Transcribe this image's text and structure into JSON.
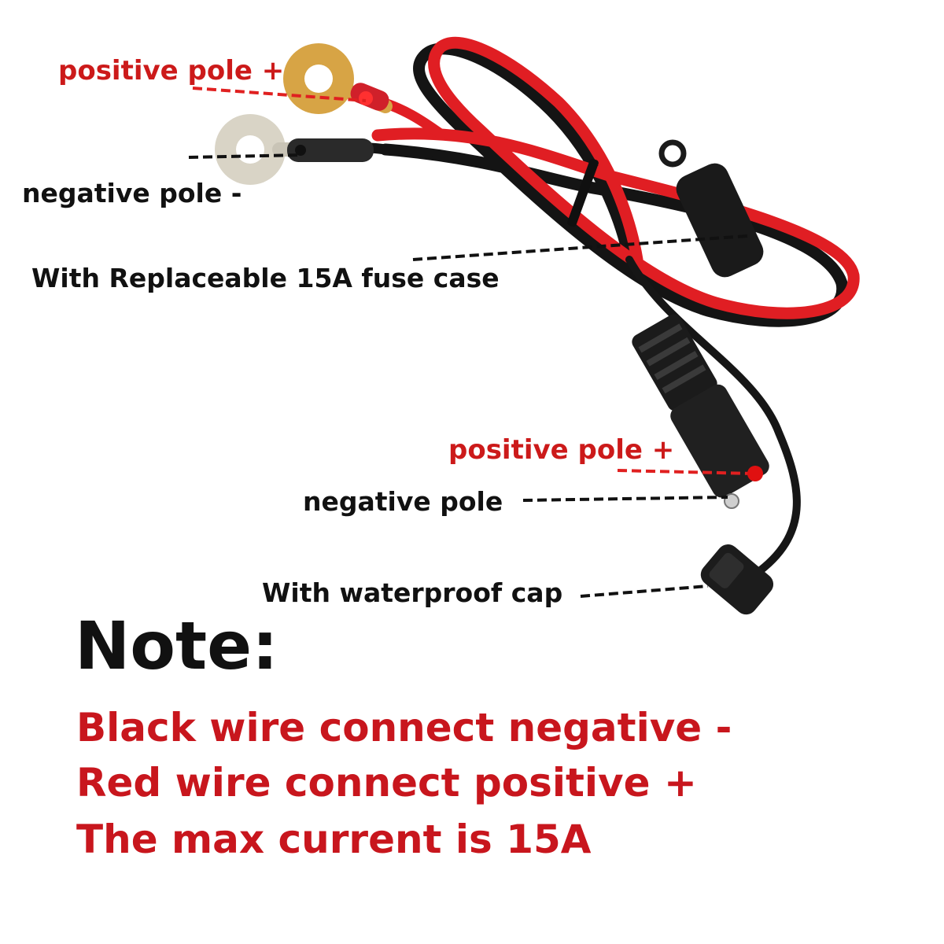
{
  "labels": {
    "positive_top": "positive pole +",
    "negative_top": "negative pole -",
    "fuse_case": "With Replaceable 15A fuse case",
    "positive_sae": "positive pole +",
    "negative_sae": "negative pole",
    "waterproof_cap": "With waterproof cap"
  },
  "note": {
    "title": "Note:",
    "lines": [
      "Black wire connect negative -",
      "Red wire connect positive +",
      "The max current is 15A"
    ]
  },
  "colors": {
    "red_wire": "#e01e23",
    "black_wire": "#141414",
    "brass_ring": "#d7a445",
    "silver_ring": "#d9d4c6",
    "label_red": "#cc1a1a",
    "note_red": "#c8161d"
  }
}
